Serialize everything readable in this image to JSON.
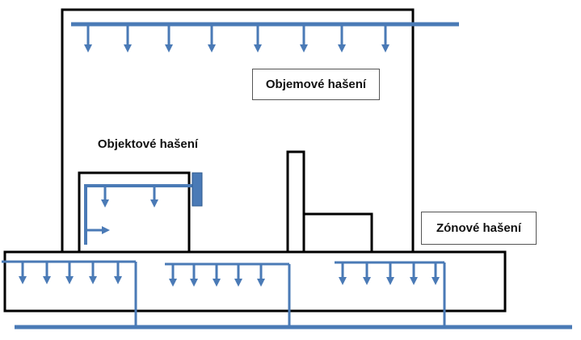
{
  "labels": {
    "volume": "Objemové hašení",
    "object": "Objektové hašení",
    "zone": "Zónové hašení"
  },
  "colors": {
    "pipe": "#4a7ab6",
    "outline": "#000000",
    "background": "#ffffff"
  },
  "icons": {
    "nozzle": "down-arrow-icon",
    "side_nozzle": "right-arrow-icon"
  }
}
